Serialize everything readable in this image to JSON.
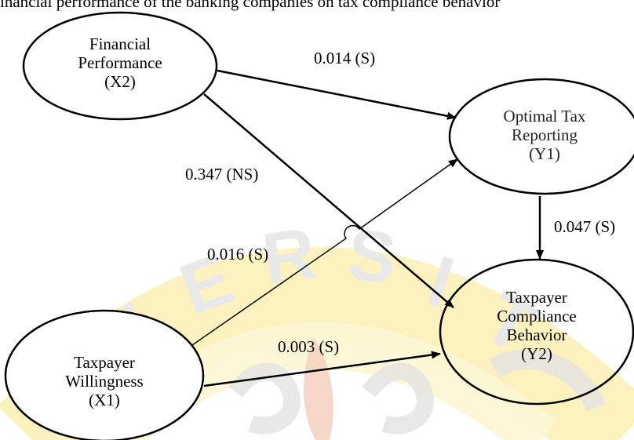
{
  "header_text": "inancial performance of the banking companies on tax compliance behavior",
  "nodes": {
    "x2": {
      "line1": "Financial",
      "line2": "Performance",
      "line3": "(X2)"
    },
    "y1": {
      "line1": "Optimal Tax",
      "line2": "Reporting",
      "line3": "(Y1)"
    },
    "x1": {
      "line1": "Taxpayer",
      "line2": "Willingness",
      "line3": "(X1)"
    },
    "y2": {
      "line1": "Taxpayer",
      "line2": "Compliance",
      "line3": "Behavior",
      "line4": "(Y2)"
    }
  },
  "edges": {
    "x2_y1": "0.014 (S)",
    "x2_y2": "0.347 (NS)",
    "x1_y1": "0.016 (S)",
    "y1_y2": "0.047 (S)",
    "x1_y2": "0.003 (S)"
  },
  "colors": {
    "watermark_yellow": "#fbf0b4",
    "watermark_pink": "#f7d5c8",
    "watermark_grey": "#e6e6e6",
    "ink": "#000000"
  }
}
